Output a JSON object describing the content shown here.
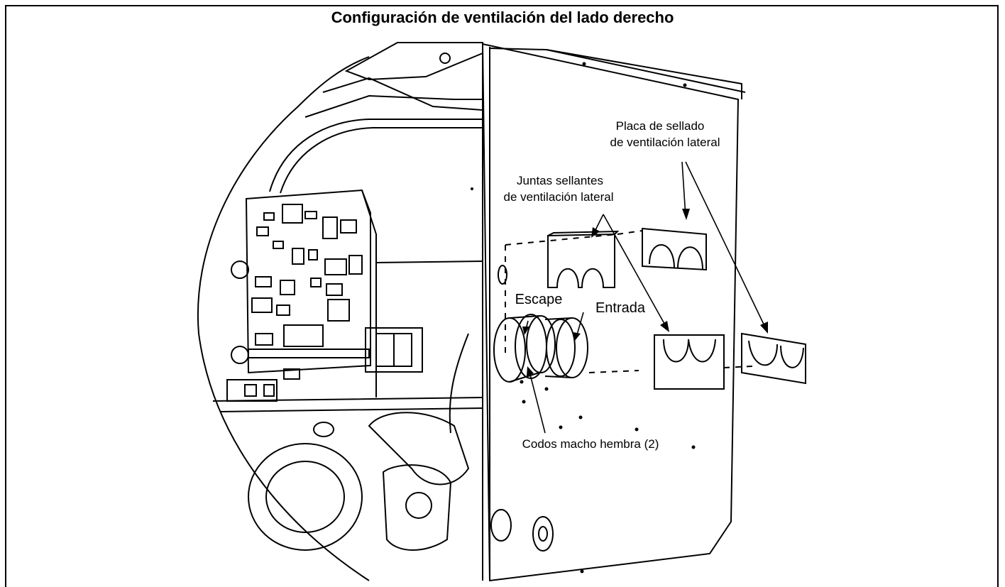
{
  "title": "Configuración de ventilación del lado derecho",
  "labels": {
    "seal_plate_line1": "Placa de sellado",
    "seal_plate_line2": "de ventilación lateral",
    "gaskets_line1": "Juntas sellantes",
    "gaskets_line2": "de ventilación lateral",
    "exhaust": "Escape",
    "intake": "Entrada",
    "elbows": "Codos macho hembra (2)"
  }
}
